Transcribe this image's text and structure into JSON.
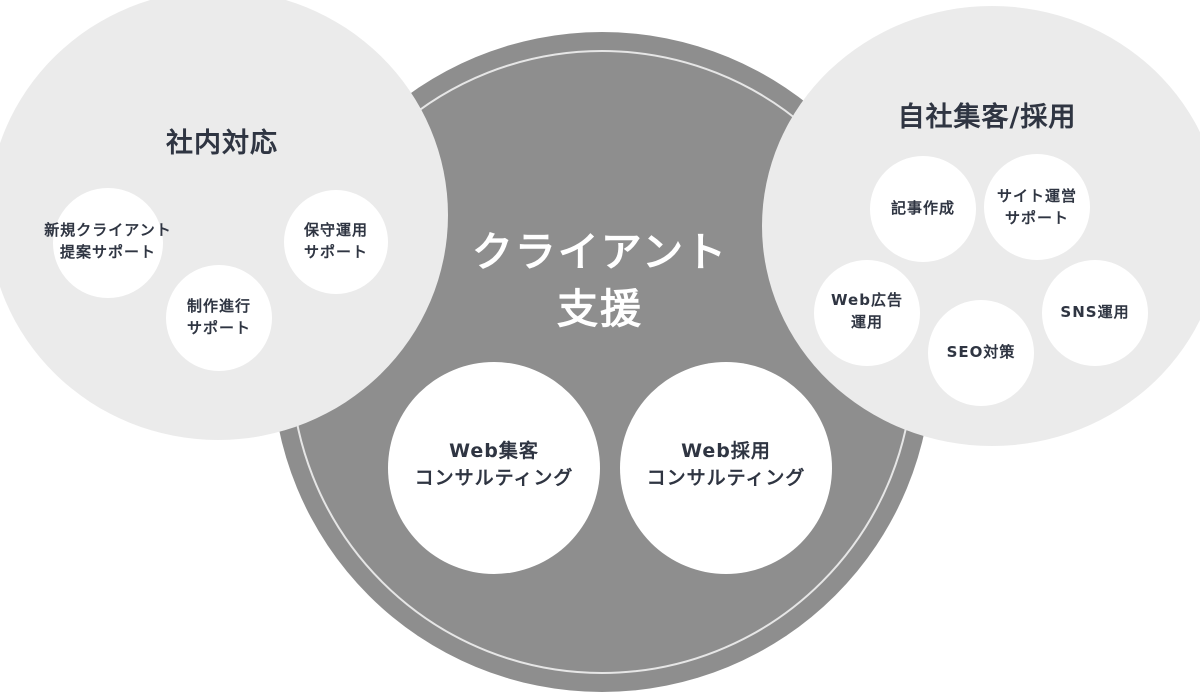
{
  "center": {
    "title_line1": "クライアント",
    "title_line2": "支援",
    "services": [
      {
        "line1": "Web集客",
        "line2": "コンサルティング"
      },
      {
        "line1": "Web採用",
        "line2": "コンサルティング"
      }
    ]
  },
  "left": {
    "title": "社内対応",
    "items": [
      {
        "line1": "新規クライアント",
        "line2": "提案サポート"
      },
      {
        "line1": "保守運用",
        "line2": "サポート"
      },
      {
        "line1": "制作進行",
        "line2": "サポート"
      }
    ]
  },
  "right": {
    "title": "自社集客/採用",
    "items": [
      {
        "line1": "記事作成"
      },
      {
        "line1": "サイト運営",
        "line2": "サポート"
      },
      {
        "line1": "Web広告",
        "line2": "運用"
      },
      {
        "line1": "SNS運用"
      },
      {
        "line1": "SEO対策"
      }
    ]
  },
  "colors": {
    "center_fill": "#8e8e8e",
    "side_fill": "#ebebeb",
    "node_fill": "#ffffff",
    "text": "#2f3542",
    "center_text": "#ffffff"
  }
}
